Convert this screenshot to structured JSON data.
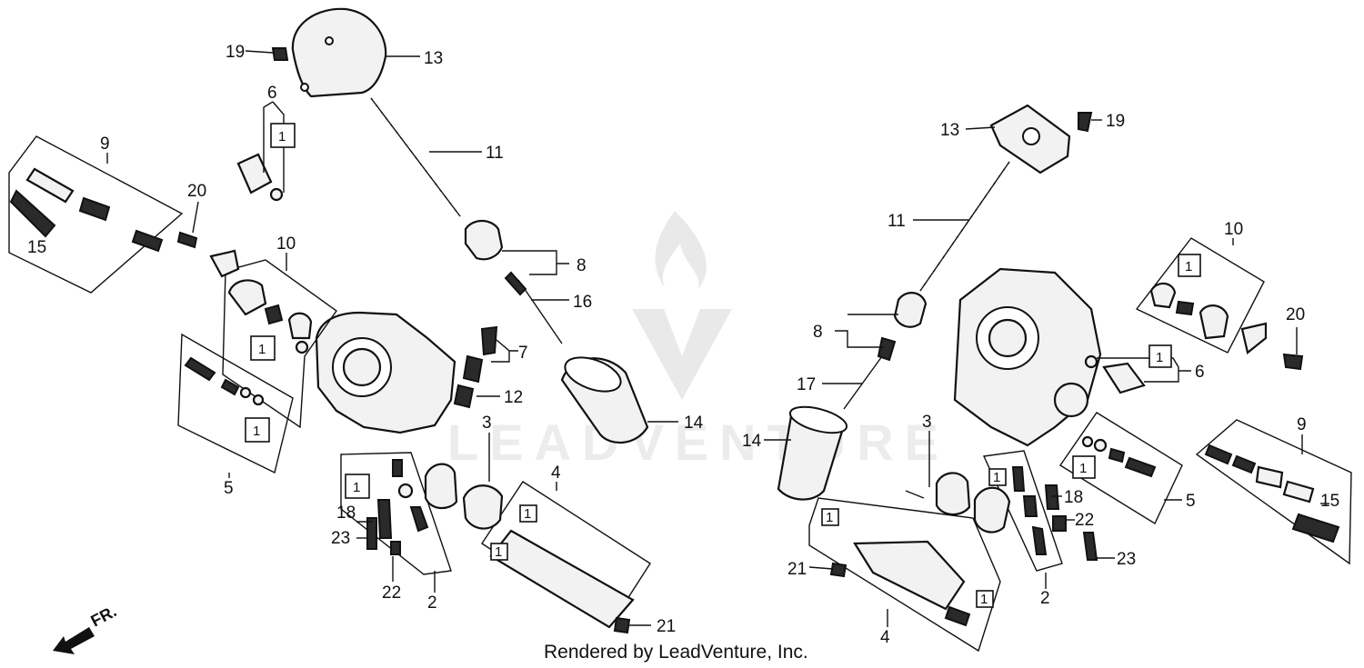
{
  "diagram": {
    "credit": "Rendered by LeadVenture, Inc.",
    "watermark_text": "LEADVENTURE",
    "direction_label": "FR.",
    "box_label": "1",
    "callouts_left": {
      "c19": "19",
      "c13": "13",
      "c6": "6",
      "c11": "11",
      "c9": "9",
      "c20": "20",
      "c15": "15",
      "c10": "10",
      "c8": "8",
      "c16": "16",
      "c7": "7",
      "c12": "12",
      "c14": "14",
      "c5": "5",
      "c3": "3",
      "c4": "4",
      "c18": "18",
      "c23": "23",
      "c22": "22",
      "c2": "2",
      "c21": "21"
    },
    "callouts_right": {
      "c13": "13",
      "c19": "19",
      "c11": "11",
      "c10": "10",
      "c8": "8",
      "c20": "20",
      "c17": "17",
      "c6": "6",
      "c3": "3",
      "c14": "14",
      "c9": "9",
      "c18": "18",
      "c5": "5",
      "c15": "15",
      "c22": "22",
      "c21": "21",
      "c23": "23",
      "c2": "2",
      "c4": "4"
    }
  }
}
